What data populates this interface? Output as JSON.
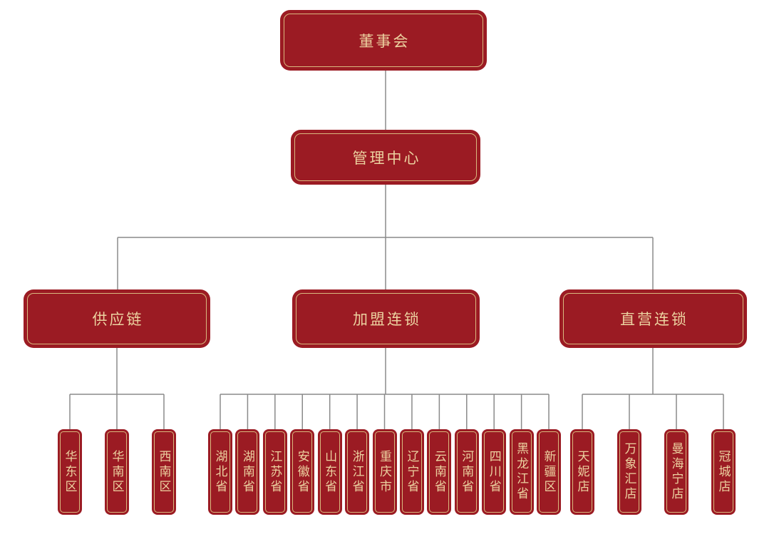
{
  "palette": {
    "background": "#ffffff",
    "box_red": "#9b1b23",
    "text_gold": "#ecd2a0",
    "border_gold": "#d9b87e",
    "line_gray": "#8a8a8a"
  },
  "org": {
    "root": {
      "label": "董事会"
    },
    "level2": {
      "label": "管理中心"
    },
    "branches": [
      {
        "id": "supply",
        "label": "供应链",
        "children": [
          "华东区",
          "华南区",
          "西南区"
        ]
      },
      {
        "id": "franchise",
        "label": "加盟连锁",
        "children": [
          "湖北省",
          "湖南省",
          "江苏省",
          "安徽省",
          "山东省",
          "浙江省",
          "重庆市",
          "辽宁省",
          "云南省",
          "河南省",
          "四川省",
          "黑龙江省",
          "新疆区"
        ]
      },
      {
        "id": "direct",
        "label": "直营连锁",
        "children": [
          "天妮店",
          "万象汇店",
          "曼海宁店",
          "冠城店"
        ]
      }
    ]
  }
}
